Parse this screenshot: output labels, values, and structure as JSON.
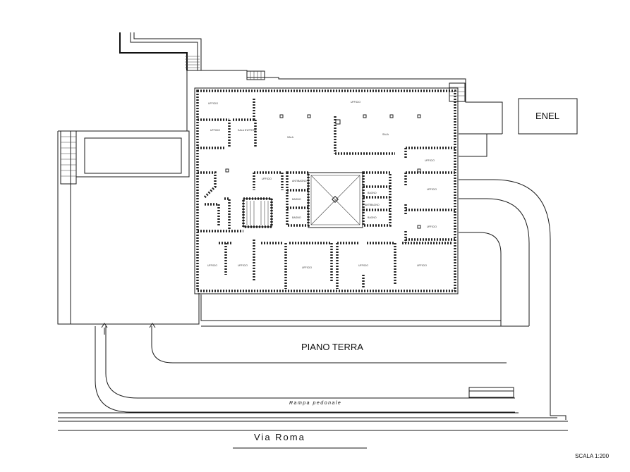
{
  "plan": {
    "floor_label": "PIANO TERRA",
    "street_label": "Via Roma",
    "ramp_label": "Rampa pedonale",
    "scale_label": "SCALA 1:200",
    "enel_label": "ENEL"
  },
  "rooms": [
    {
      "id": "r1",
      "label": "UFFICIO"
    },
    {
      "id": "r2",
      "label": "UFFICIO"
    },
    {
      "id": "r3",
      "label": "SALA D'ATTESA"
    },
    {
      "id": "r4",
      "label": "UFFICIO"
    },
    {
      "id": "r5",
      "label": "SALA"
    },
    {
      "id": "r6",
      "label": "SALA"
    },
    {
      "id": "r7",
      "label": "UFFICIO"
    },
    {
      "id": "r8",
      "label": "UFFICIO"
    },
    {
      "id": "r9",
      "label": "UFFICIO"
    },
    {
      "id": "r10",
      "label": "UFFICIO"
    },
    {
      "id": "r11",
      "label": "UFFICIO"
    },
    {
      "id": "r12",
      "label": "UFFICIO"
    },
    {
      "id": "r13",
      "label": "UFFICIO"
    },
    {
      "id": "r14",
      "label": "UFFICIO"
    },
    {
      "id": "r15",
      "label": "UFFICIO"
    },
    {
      "id": "r16",
      "label": "BAGNO"
    },
    {
      "id": "r17",
      "label": "BAGNO"
    },
    {
      "id": "r18",
      "label": "BAGNO"
    },
    {
      "id": "r19",
      "label": "BAGNO"
    },
    {
      "id": "r20",
      "label": "ANTIBAGNO"
    },
    {
      "id": "r21",
      "label": "ANTIBAGNO"
    }
  ]
}
